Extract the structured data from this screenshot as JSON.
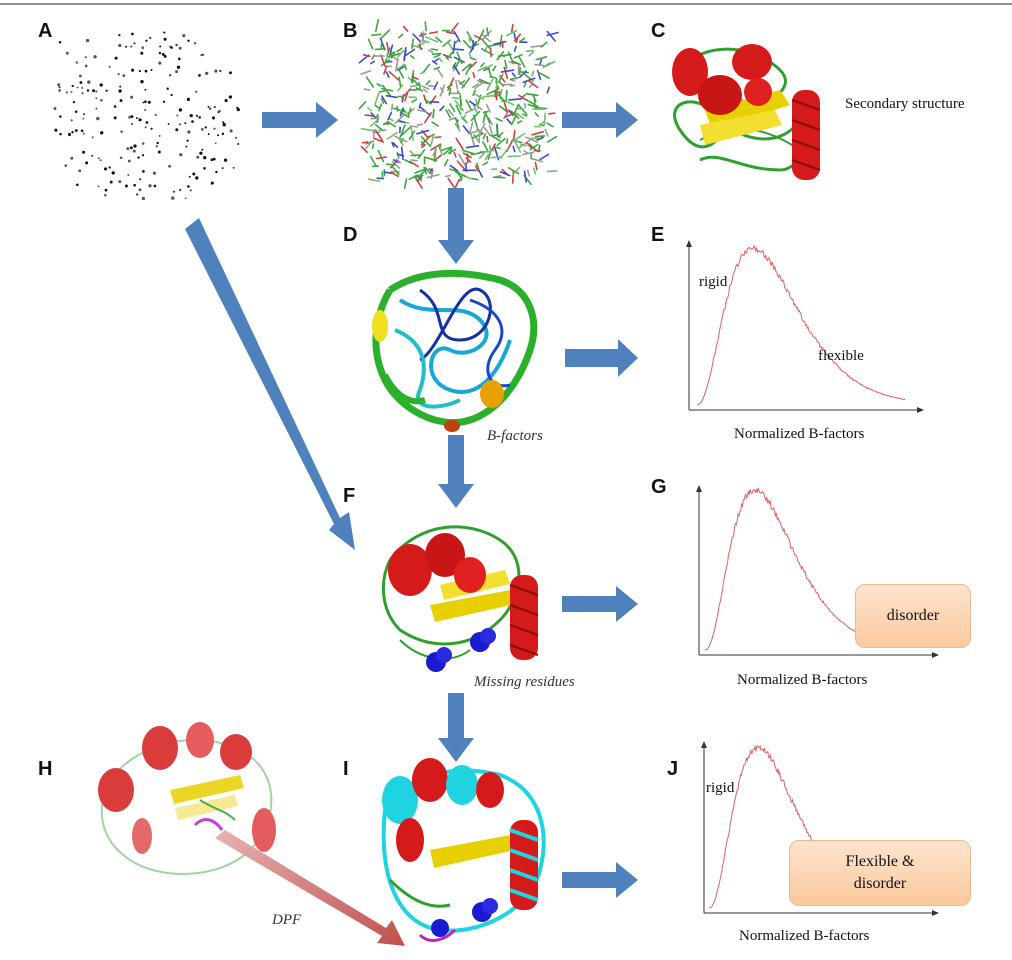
{
  "panels": {
    "A": "A",
    "B": "B",
    "C": "C",
    "D": "D",
    "E": "E",
    "F": "F",
    "G": "G",
    "H": "H",
    "I": "I",
    "J": "J"
  },
  "captions": {
    "secondary_structure": "Secondary structure",
    "b_factors": "B-factors",
    "missing_residues": "Missing residues",
    "dpf": "DPF"
  },
  "plot_E": {
    "ylabel": "rigid",
    "annotation": "flexible",
    "xlabel": "Normalized B-factors"
  },
  "plot_G": {
    "xlabel": "Normalized B-factors",
    "box": "disorder"
  },
  "plot_J": {
    "ylabel": "rigid",
    "xlabel": "Normalized B-factors",
    "box": "Flexible &\ndisorder"
  },
  "colors": {
    "arrow_blue": "#4f81bd",
    "arrow_red": "#c0504d",
    "curve": "#e06060",
    "helix": "#d41a1a",
    "sheet": "#e8d000",
    "coil": "#2ea02e",
    "cyan": "#1fd3e0",
    "missing_blue": "#1a1ad0",
    "dpf_magenta": "#c020c0"
  }
}
